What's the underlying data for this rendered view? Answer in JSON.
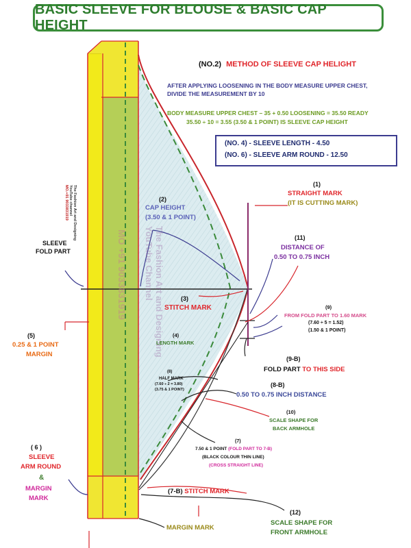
{
  "title": "BASIC SLEEVE FOR BLOUSE & BASIC CAP HEIGHT",
  "method": {
    "num": "(NO.2)",
    "heading": "METHOD OF SLEEVE CAP HELIGHT",
    "line1": "AFTER APPLYING LOOSENING IN THE BODY MEASURE UPPER CHEST,",
    "line2": "DIVIDE THE MEASUREMENT BY 10",
    "calc1": "BODY MEASURE UPPER CHEST – 35 + 0.50 LOOSENING = 35.50 READY",
    "calc2": "35.50 ÷ 10 = 3.55 (3.50 & 1 POINT) IS SLEEVE CAP HEIGHT"
  },
  "info_box": {
    "line1": "(NO. 4) - SLEEVE LENGTH - 4.50",
    "line2": "(NO. 6) - SLEEVE ARM ROUND - 12.50"
  },
  "labels": {
    "l1_num": "(1)",
    "l1_a": "STRAIGHT  MARK",
    "l1_b": "(IT IS CUTTING MARK)",
    "l2_num": "(2)",
    "l2_a": "CAP HEIGHT",
    "l2_b": "(3.50 & 1 POINT)",
    "l11_num": "(11)",
    "l11_a": "DISTANCE OF",
    "l11_b": "0.50 TO 0.75 INCH",
    "fold_a": "SLEEVE",
    "fold_b": "FOLD PART",
    "l3_num": "(3)",
    "l3_a": "STITCH MARK",
    "l9_num": "(9)",
    "l9_a": "FROM FOLD PART TO 1.60 MARK",
    "l9_b": "(7.60 ÷ 5 = 1.52)",
    "l9_c": "(1.50 & 1 POINT)",
    "l5_num": "(5)",
    "l5_a": "0.25 & 1 POINT",
    "l5_b": "MARGIN",
    "l4_num": "(4)",
    "l4_a": "LENGTH MARK",
    "l9b_num": "(9-B)",
    "l9b_a": "FOLD PART",
    "l9b_b": "TO THIS SIDE",
    "l8_num": "(8)",
    "l8_a": "HALF MARK",
    "l8_b": "(7.60 ÷ 2 = 3.80)",
    "l8_c": "(3.75 & 1 POINT)",
    "l8b_num": "(8-B)",
    "l8b_a": "0.50 TO 0.75 INCH DISTANCE",
    "l10_num": "(10)",
    "l10_a": "SCALE SHAPE FOR",
    "l10_b": "BACK ARMHOLE",
    "l7_num": "(7)",
    "l7_a": "7.50 & 1 POINT",
    "l7_b": "(FOLD PART TO 7-B)",
    "l7_c": "(BLACK COLOUR THIN LINE)",
    "l7_d": "(CROSS STRAIGHT LINE)",
    "l6_num": "( 6 )",
    "l6_a": "SLEEVE",
    "l6_b": "ARM ROUND",
    "l6_c": "&",
    "l6_d": "MARGIN",
    "l6_e": "MARK",
    "l7b_num": "(7-B)",
    "l7b_a": "STITCH MARK",
    "margin_mark": "MARGIN MARK",
    "l12_num": "(12)",
    "l12_a": "SCALE SHAPE FOR",
    "l12_b": "FRONT ARMHOLE"
  },
  "watermark": {
    "strip_line1": "The Fashion Art and Designing",
    "strip_line2": "YouTube channel",
    "strip_line3": "MO.+91 9033831919",
    "big_line1": "The Fashion Art and Designing",
    "big_line2": "YouTube Channel",
    "big_line3": "MO +91 9033831919"
  },
  "colors": {
    "fold_yellow": "#f2ea1a",
    "margin_green": "#a9c94e",
    "body_blue": "#d6ecf2",
    "red_line": "#d8262c",
    "green_dash": "#3a8a3a",
    "purple_line": "#8a2a6a"
  }
}
